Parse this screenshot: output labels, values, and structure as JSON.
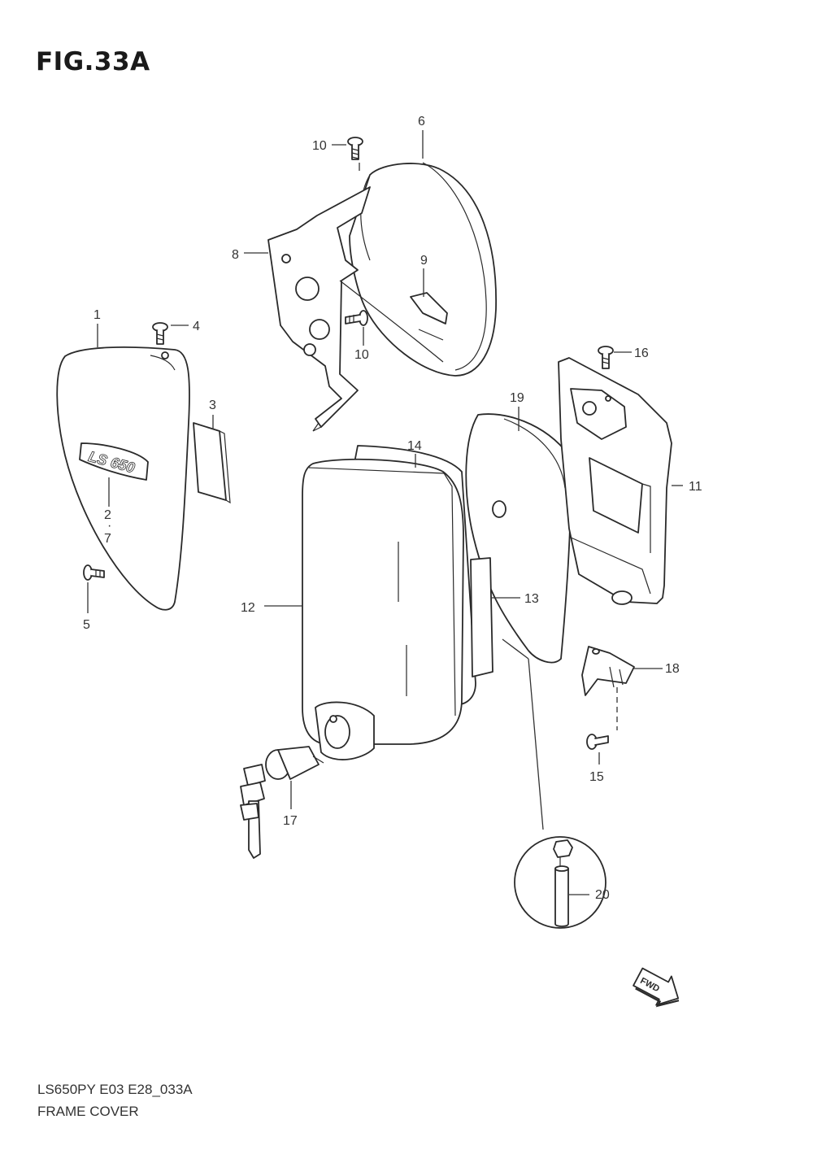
{
  "figure": {
    "title": "FIG.33A",
    "model_code": "LS650PY E03 E28_033A",
    "section_name": "FRAME COVER",
    "fwd_label": "FWD"
  },
  "callouts": {
    "c1": "1",
    "c2_7": "2\n·\n7",
    "c3": "3",
    "c4": "4",
    "c5": "5",
    "c6": "6",
    "c8": "8",
    "c9": "9",
    "c10a": "10",
    "c10b": "10",
    "c11": "11",
    "c12": "12",
    "c13": "13",
    "c14": "14",
    "c15": "15",
    "c16": "16",
    "c17": "17",
    "c18": "18",
    "c19": "19",
    "c20": "20"
  },
  "emblem_text": "LS 650"
}
